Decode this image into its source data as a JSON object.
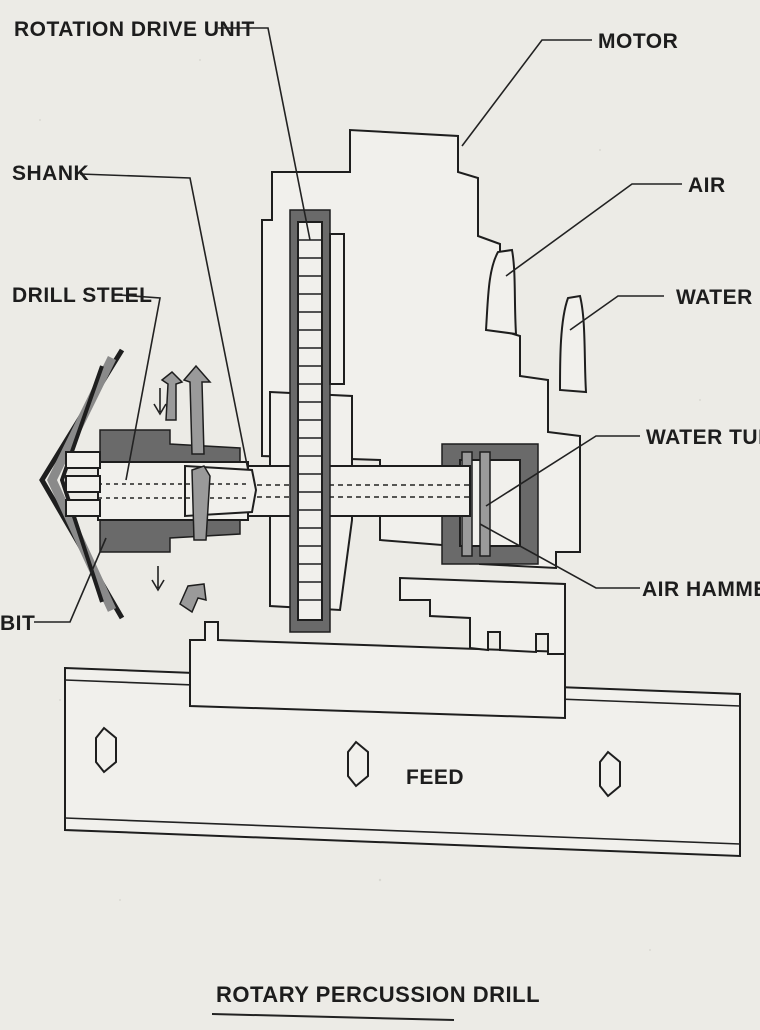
{
  "labels": {
    "rotation_drive_unit": "ROTATION DRIVE UNIT",
    "motor": "MOTOR",
    "shank": "SHANK",
    "air": "AIR",
    "water": "WATER",
    "drill_steel": "DRILL STEEL",
    "water_tube": "WATER TUBE",
    "air_hammer": "AIR HAMMER",
    "bit": "BIT",
    "feed": "FEED"
  },
  "title": "ROTARY PERCUSSION DRILL"
}
